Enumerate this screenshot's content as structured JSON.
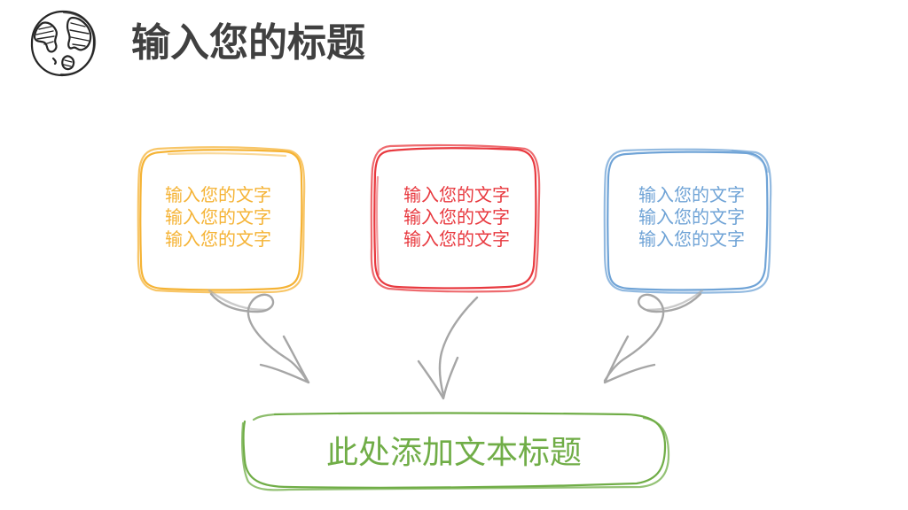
{
  "header": {
    "title": "输入您的标题",
    "icon": "globe-icon"
  },
  "boxes": [
    {
      "color": "#F5B335",
      "lines": [
        "输入您的文字",
        "输入您的文字",
        "输入您的文字"
      ]
    },
    {
      "color": "#E8393F",
      "lines": [
        "输入您的文字",
        "输入您的文字",
        "输入您的文字"
      ]
    },
    {
      "color": "#6FA3D6",
      "lines": [
        "输入您的文字",
        "输入您的文字",
        "输入您的文字"
      ]
    }
  ],
  "bottom": {
    "text": "此处添加文本标题",
    "color": "#70AD47"
  },
  "arrow_color": "#A6A6A6"
}
